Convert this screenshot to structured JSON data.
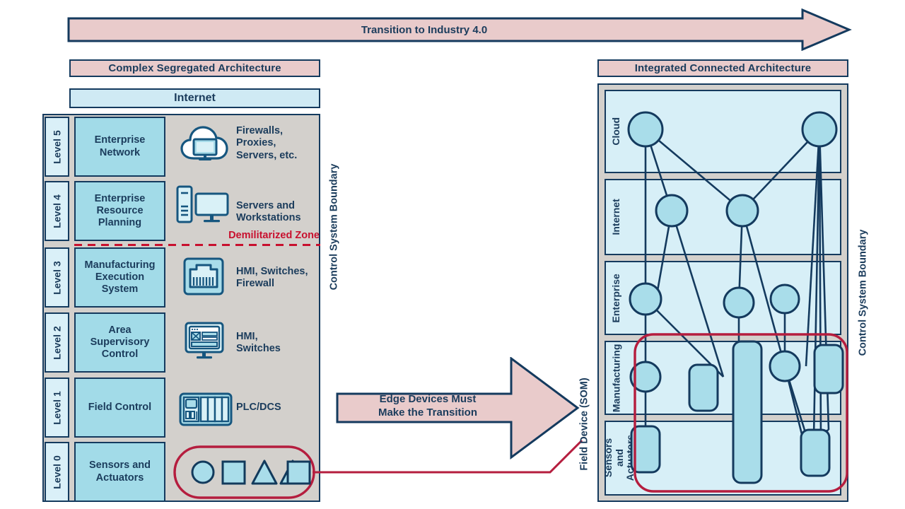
{
  "banner": {
    "label": "Transition to Industry 4.0",
    "fill": "#e9cbcb",
    "stroke": "#143a5e"
  },
  "left_panel": {
    "title": "Complex Segregated Architecture",
    "internet_bar": "Internet",
    "boundary_label": "Control System Boundary",
    "dmz_label": "Demilitarized Zone",
    "dmz_color": "#c8102e",
    "levels": [
      {
        "tab": "Level 5",
        "name": "Enterprise\nNetwork",
        "devices": "Firewalls,\nProxies,\nServers, etc.",
        "icon": "cloud-computer-icon"
      },
      {
        "tab": "Level 4",
        "name": "Enterprise\nResource\nPlanning",
        "devices": "Servers and\nWorkstations",
        "icon": "server-workstation-icon"
      },
      {
        "tab": "Level 3",
        "name": "Manufacturing\nExecution\nSystem",
        "devices": "HMI, Switches,\nFirewall",
        "icon": "ethernet-port-icon"
      },
      {
        "tab": "Level 2",
        "name": "Area\nSupervisory\nControl",
        "devices": "HMI,\nSwitches",
        "icon": "hmi-monitor-icon"
      },
      {
        "tab": "Level 1",
        "name": "Field Control",
        "devices": "PLC/DCS",
        "icon": "plc-rack-icon"
      },
      {
        "tab": "Level 0",
        "name": "Sensors and\nActuators",
        "devices": "",
        "icon": "sensor-shapes-icon"
      }
    ],
    "sensor_shapes": [
      "circle",
      "square",
      "triangle",
      "triangle",
      "square"
    ]
  },
  "center_arrow": {
    "label": "Edge Devices Must\nMake the Transition",
    "fill": "#e9cbcb"
  },
  "field_device_label": "Field Device (SOM)",
  "right_panel": {
    "title": "Integrated Connected Architecture",
    "boundary_label": "Control System Boundary",
    "bands": [
      {
        "label": "Cloud"
      },
      {
        "label": "Internet"
      },
      {
        "label": "Enterprise"
      },
      {
        "label": "Manufacturing"
      },
      {
        "label": "Sensors and\nActuators"
      }
    ]
  },
  "colors": {
    "pink": "#e9cbcb",
    "ink": "#143a5e",
    "light_blue": "#cfeaf4",
    "mid_blue": "#a2dbe8",
    "pale_blue": "#daf0f8",
    "band_blue": "#d7eff7",
    "grey": "#d3d0cc",
    "red": "#c8102e",
    "highlight_red": "#b51d3e"
  },
  "graph": {
    "nodes": [
      {
        "id": "c1",
        "band": "Cloud",
        "shape": "circle"
      },
      {
        "id": "c2",
        "band": "Cloud",
        "shape": "circle"
      },
      {
        "id": "i1",
        "band": "Internet",
        "shape": "circle"
      },
      {
        "id": "i2",
        "band": "Internet",
        "shape": "circle"
      },
      {
        "id": "e1",
        "band": "Enterprise",
        "shape": "circle"
      },
      {
        "id": "e2",
        "band": "Enterprise",
        "shape": "circle"
      },
      {
        "id": "e3",
        "band": "Enterprise",
        "shape": "circle"
      },
      {
        "id": "m1",
        "band": "Manufacturing",
        "shape": "circle"
      },
      {
        "id": "m2",
        "band": "Manufacturing",
        "shape": "rounded-rect"
      },
      {
        "id": "m3",
        "band": "Manufacturing",
        "shape": "rounded-rect-tall"
      },
      {
        "id": "m4",
        "band": "Manufacturing",
        "shape": "circle"
      },
      {
        "id": "m5",
        "band": "Manufacturing",
        "shape": "rounded-rect"
      },
      {
        "id": "s1",
        "band": "Sensors and Actuators",
        "shape": "rounded-rect"
      },
      {
        "id": "s2",
        "band": "Sensors and Actuators",
        "shape": "rounded-rect"
      }
    ]
  }
}
